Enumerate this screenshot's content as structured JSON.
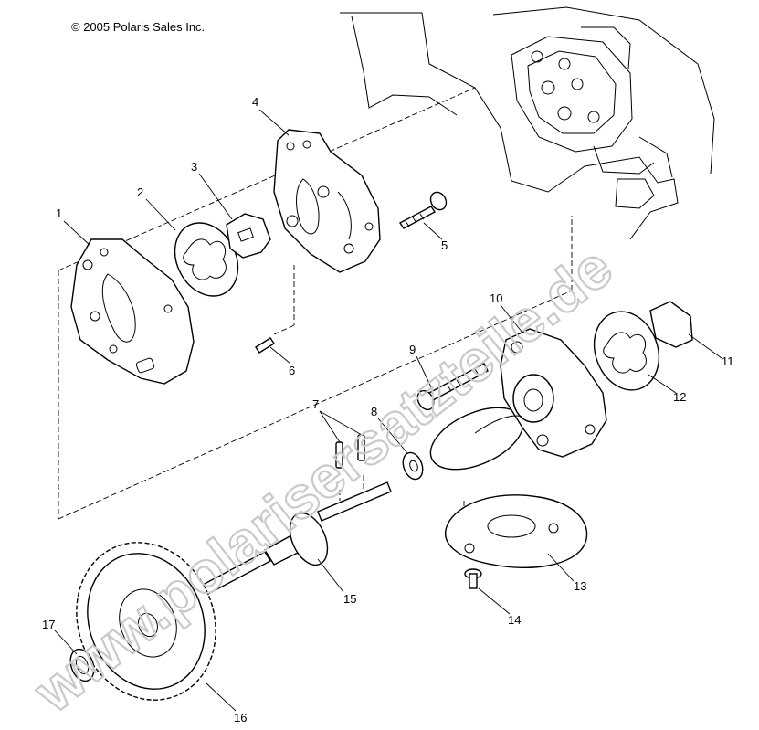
{
  "copyright": "© 2005 Polaris Sales Inc.",
  "watermark": "www.polarisersatzteile.de",
  "callouts": [
    "1",
    "2",
    "3",
    "4",
    "5",
    "6",
    "7",
    "8",
    "9",
    "10",
    "11",
    "12",
    "13",
    "14",
    "15",
    "16",
    "17"
  ],
  "colors": {
    "line": "#000000",
    "watermark": "#c9c9c9",
    "background": "#ffffff"
  }
}
